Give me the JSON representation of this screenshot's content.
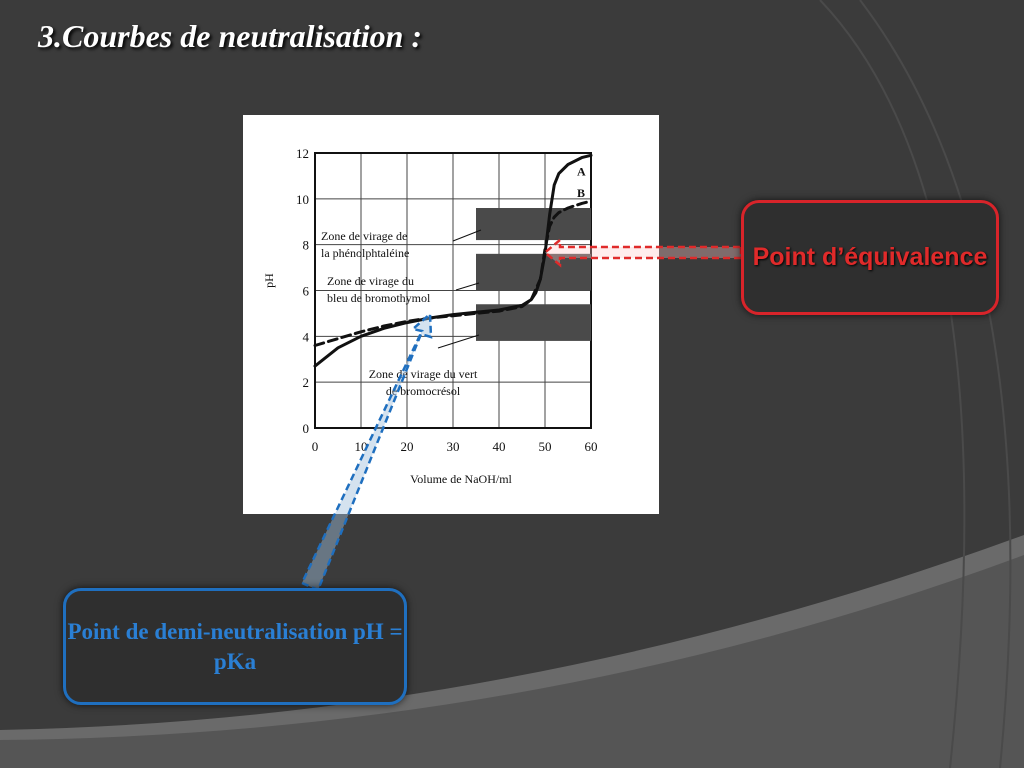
{
  "slide": {
    "title": "3.Courbes de neutralisation :",
    "callout_equivalence": "Point d’équivalence",
    "callout_half": "Point de demi-neutralisation pH = pKa"
  },
  "colors": {
    "background": "#3b3b3b",
    "red_accent": "#e02a2a",
    "blue_accent": "#2a7fd4"
  },
  "chart_data": {
    "type": "line",
    "xlabel": "Volume de NaOH/ml",
    "ylabel": "pH",
    "xlim": [
      0,
      60
    ],
    "ylim": [
      0,
      12
    ],
    "xticks": [
      0,
      10,
      20,
      30,
      40,
      50,
      60
    ],
    "yticks": [
      0,
      2,
      4,
      6,
      8,
      10,
      12
    ],
    "grid": true,
    "series": [
      {
        "name": "A",
        "style": "solid",
        "x": [
          0,
          5,
          10,
          15,
          20,
          25,
          30,
          35,
          40,
          45,
          47,
          48,
          49,
          50,
          51,
          52,
          53,
          55,
          58,
          60
        ],
        "y": [
          2.7,
          3.5,
          4.0,
          4.35,
          4.6,
          4.8,
          4.95,
          5.05,
          5.15,
          5.35,
          5.6,
          5.9,
          6.5,
          7.6,
          9.3,
          10.6,
          11.1,
          11.5,
          11.8,
          11.9
        ]
      },
      {
        "name": "B",
        "style": "dashed",
        "x": [
          0,
          5,
          10,
          15,
          20,
          25,
          30,
          35,
          40,
          45,
          47,
          49,
          50,
          51,
          52,
          53,
          55,
          58,
          60
        ],
        "y": [
          3.6,
          3.9,
          4.2,
          4.45,
          4.65,
          4.8,
          4.9,
          5.0,
          5.1,
          5.3,
          5.6,
          6.5,
          7.8,
          8.8,
          9.2,
          9.4,
          9.6,
          9.8,
          9.9
        ]
      }
    ],
    "zones": [
      {
        "label_lines": [
          "Zone de virage de",
          "la phénolphtaléine"
        ],
        "x_start": 35,
        "x_end": 60,
        "y_low": 8.2,
        "y_high": 9.6
      },
      {
        "label_lines": [
          "Zone de virage du",
          "bleu de bromothymol"
        ],
        "x_start": 35,
        "x_end": 60,
        "y_low": 6.0,
        "y_high": 7.6
      },
      {
        "label_lines": [
          "Zone de virage du vert",
          "de bromocrésol"
        ],
        "x_start": 35,
        "x_end": 60,
        "y_low": 3.8,
        "y_high": 5.4
      }
    ]
  }
}
